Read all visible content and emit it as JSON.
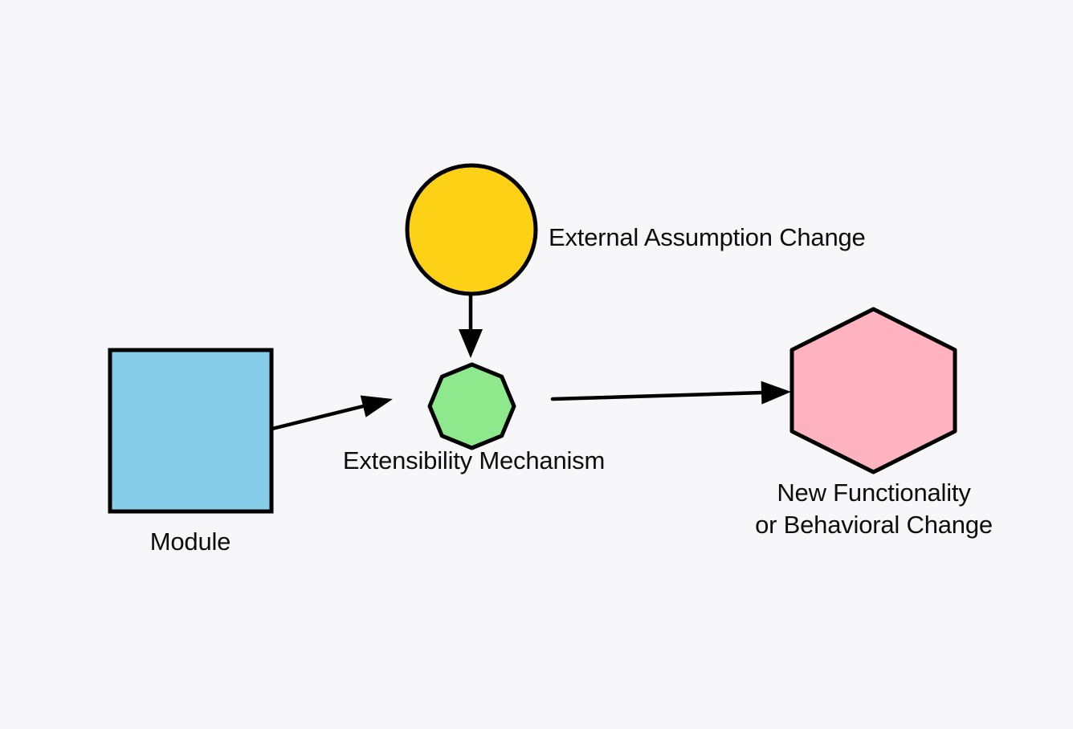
{
  "canvas": {
    "background": "#F7F7F9",
    "stroke_color": "#000000",
    "text_color": "#0D0D0D"
  },
  "nodes": {
    "module": {
      "shape": "square",
      "fill": "#87CDEA",
      "label": "Module"
    },
    "external_assumption_change": {
      "shape": "circle",
      "fill": "#FCD116",
      "label": "External Assumption Change"
    },
    "extensibility_mechanism": {
      "shape": "octagon",
      "fill": "#8EE98C",
      "label": "Extensibility Mechanism"
    },
    "new_functionality": {
      "shape": "hexagon",
      "fill": "#FFB3C0",
      "label_line1": "New Functionality",
      "label_line2": "or Behavioral Change"
    }
  },
  "edges": [
    {
      "from": "module",
      "to": "extensibility_mechanism"
    },
    {
      "from": "external_assumption_change",
      "to": "extensibility_mechanism"
    },
    {
      "from": "extensibility_mechanism",
      "to": "new_functionality"
    }
  ]
}
